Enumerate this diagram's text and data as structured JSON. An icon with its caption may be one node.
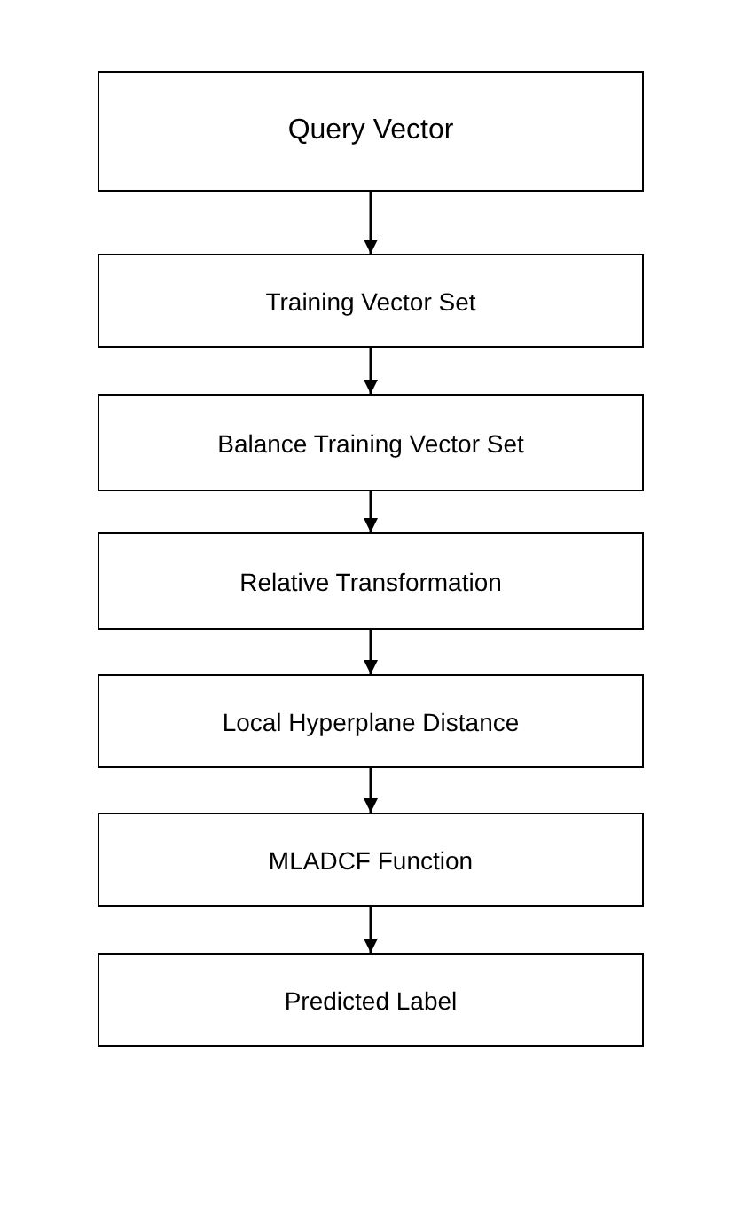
{
  "diagram": {
    "nodes": [
      {
        "text": [
          "Query Vector"
        ]
      },
      {
        "text": [
          "Training Vector Set"
        ]
      },
      {
        "text": [
          "Balance Training Vector Set"
        ]
      },
      {
        "text": [
          "Relative Transformation"
        ]
      },
      {
        "text": [
          "Local Hyperplane Distance"
        ]
      },
      {
        "text": [
          "MLADCF Function"
        ]
      },
      {
        "text": [
          "Predicted Label"
        ]
      }
    ],
    "edges": [
      {
        "from": 0,
        "to": 1,
        "arrow": "to"
      },
      {
        "from": 1,
        "to": 2,
        "arrow": "to"
      },
      {
        "from": 2,
        "to": 3,
        "arrow": "to"
      },
      {
        "from": 3,
        "to": 4,
        "arrow": "to"
      },
      {
        "from": 4,
        "to": 5,
        "arrow": "to"
      },
      {
        "from": 5,
        "to": 6,
        "arrow": "to"
      }
    ]
  }
}
